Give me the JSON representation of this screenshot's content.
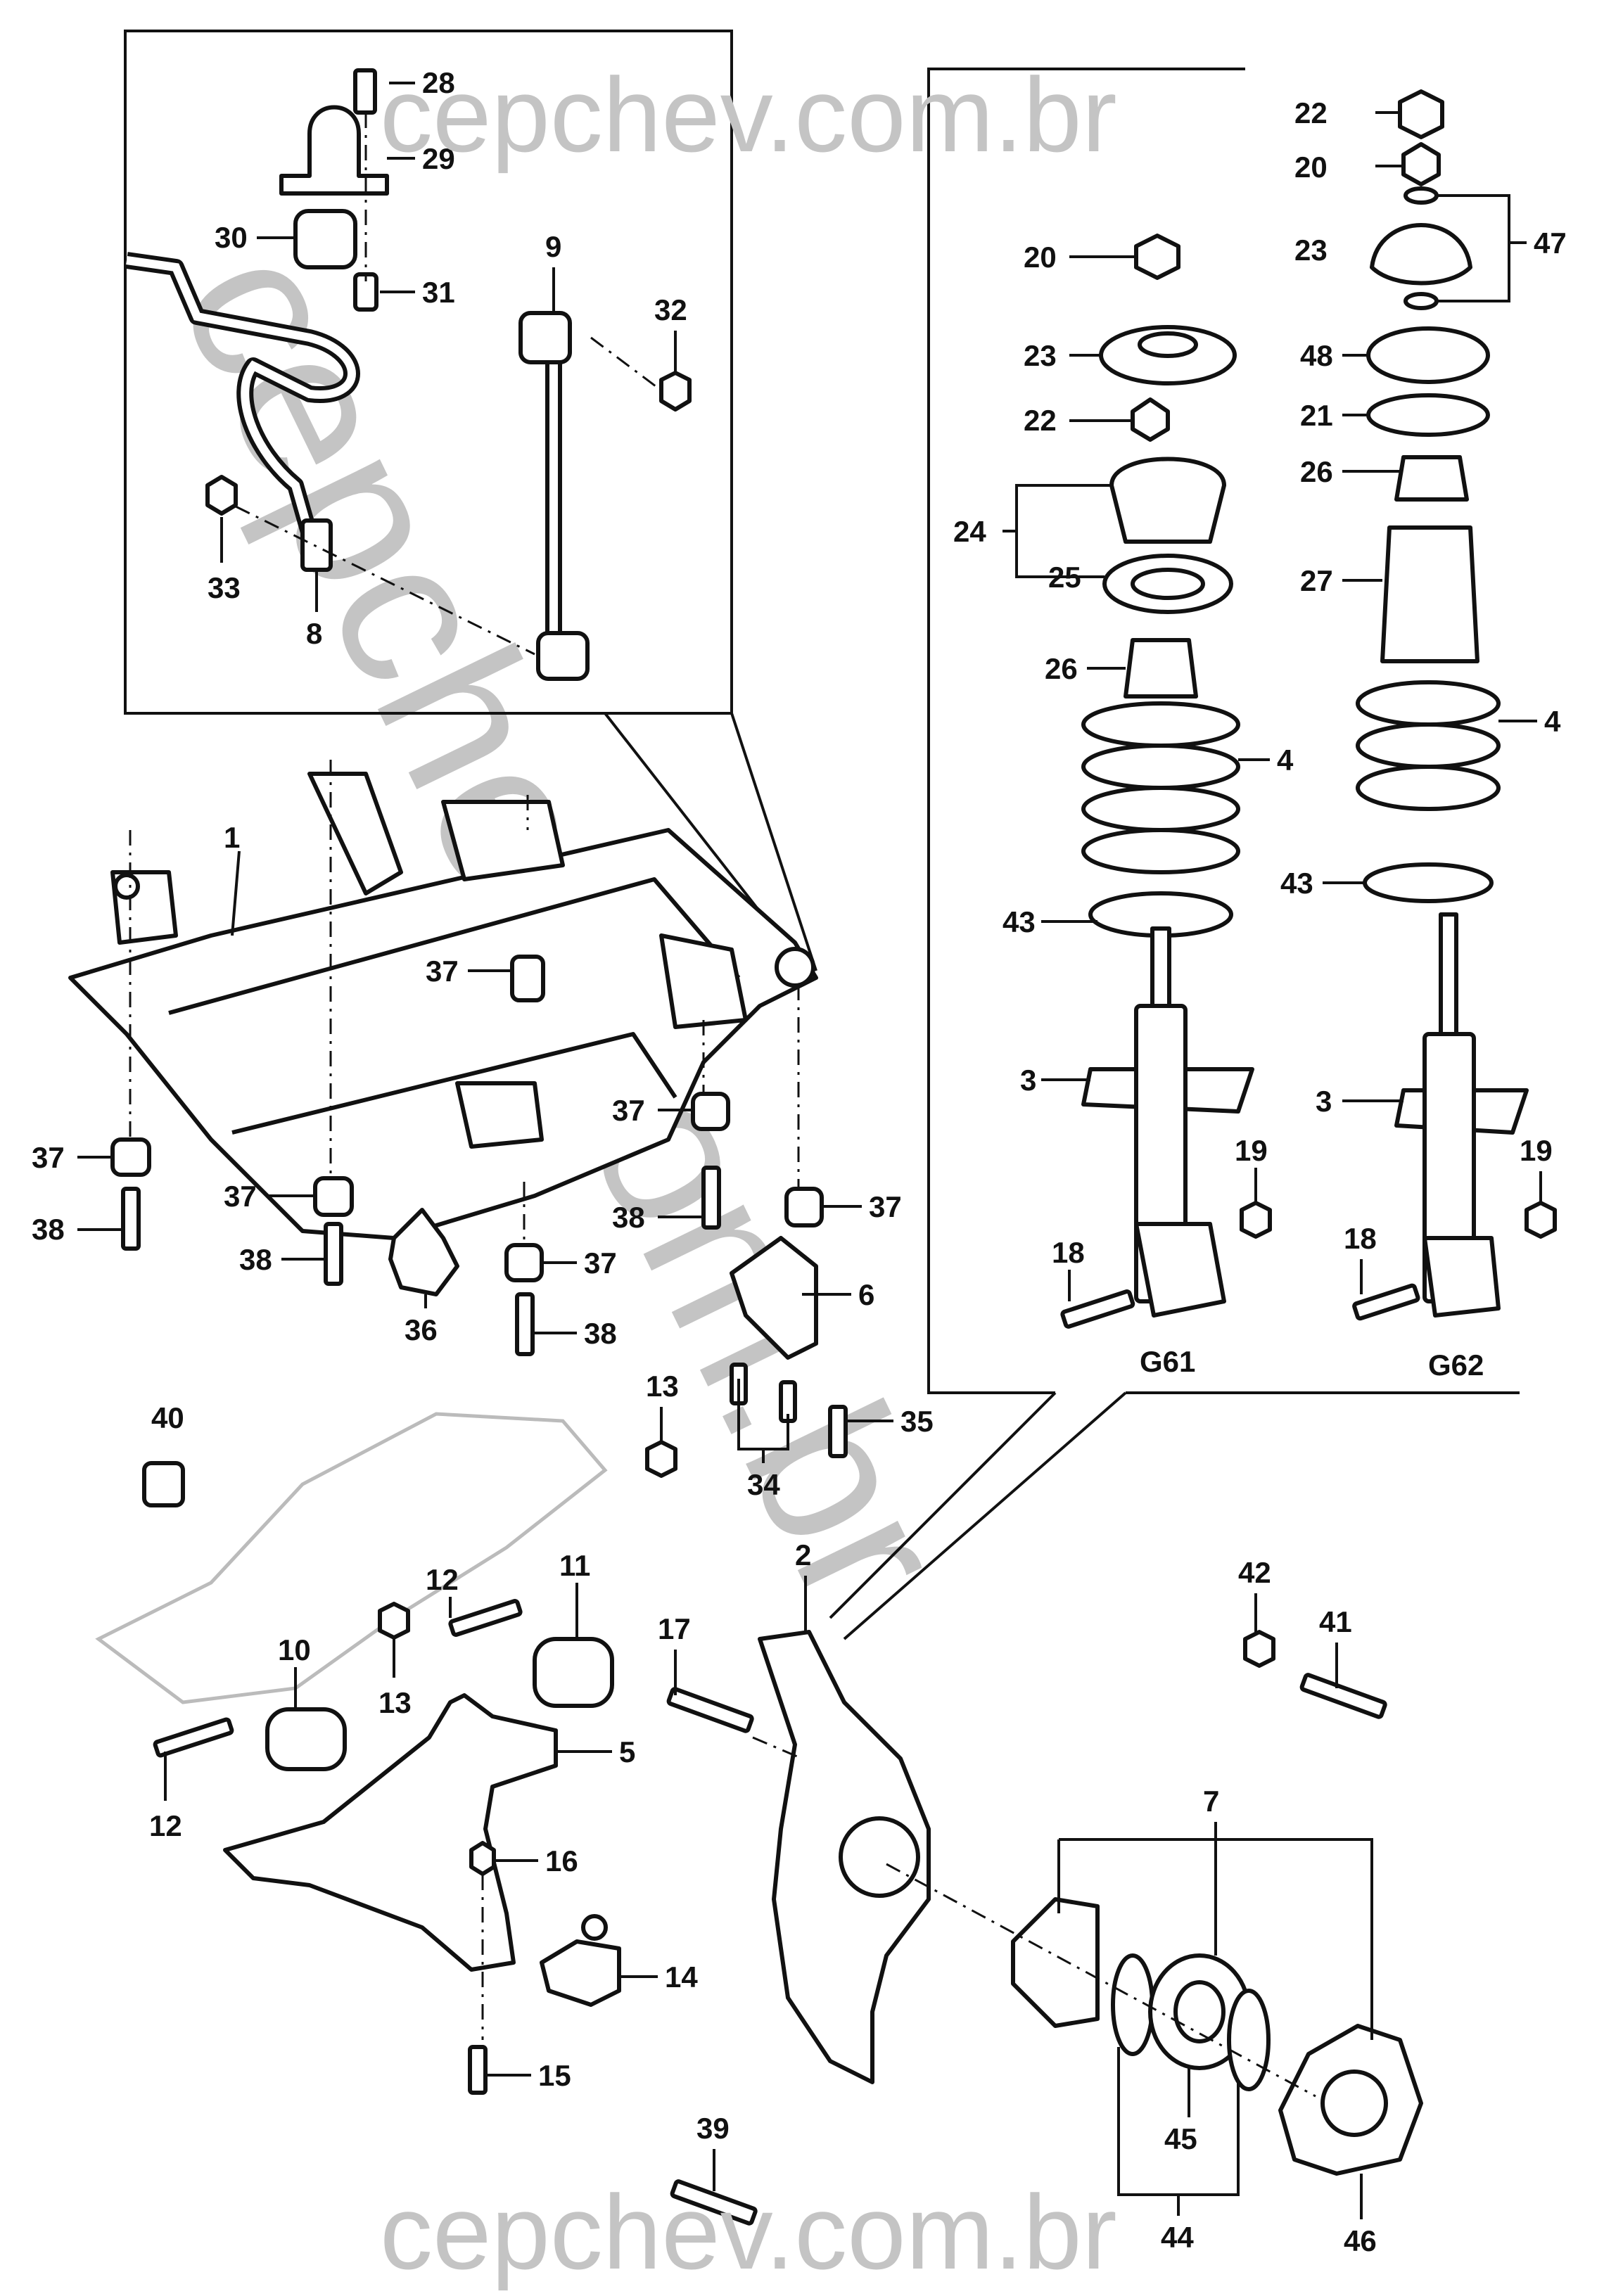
{
  "watermark": {
    "text": "cepchev.com.br",
    "color": "#c4c4c4"
  },
  "labels": {
    "l1": "1",
    "l2": "2",
    "l3a": "3",
    "l3b": "3",
    "l4a": "4",
    "l4b": "4",
    "l5": "5",
    "l6": "6",
    "l7": "7",
    "l8": "8",
    "l9": "9",
    "l10": "10",
    "l11": "11",
    "l12a": "12",
    "l12b": "12",
    "l13a": "13",
    "l13b": "13",
    "l14": "14",
    "l15": "15",
    "l16": "16",
    "l17": "17",
    "l18a": "18",
    "l18b": "18",
    "l19a": "19",
    "l19b": "19",
    "l20a": "20",
    "l20b": "20",
    "l21": "21",
    "l22a": "22",
    "l22b": "22",
    "l23a": "23",
    "l23b": "23",
    "l24": "24",
    "l25": "25",
    "l26a": "26",
    "l26b": "26",
    "l27": "27",
    "l28": "28",
    "l29": "29",
    "l30": "30",
    "l31": "31",
    "l32": "32",
    "l33": "33",
    "l34": "34",
    "l35": "35",
    "l36": "36",
    "l37a": "37",
    "l37b": "37",
    "l37c": "37",
    "l37d": "37",
    "l37e": "37",
    "l37f": "37",
    "l38a": "38",
    "l38b": "38",
    "l38c": "38",
    "l38d": "38",
    "l39": "39",
    "l40": "40",
    "l41": "41",
    "l42": "42",
    "l43a": "43",
    "l43b": "43",
    "l44": "44",
    "l45": "45",
    "l46": "46",
    "l47": "47",
    "l48": "48",
    "g61": "G61",
    "g62": "G62"
  }
}
